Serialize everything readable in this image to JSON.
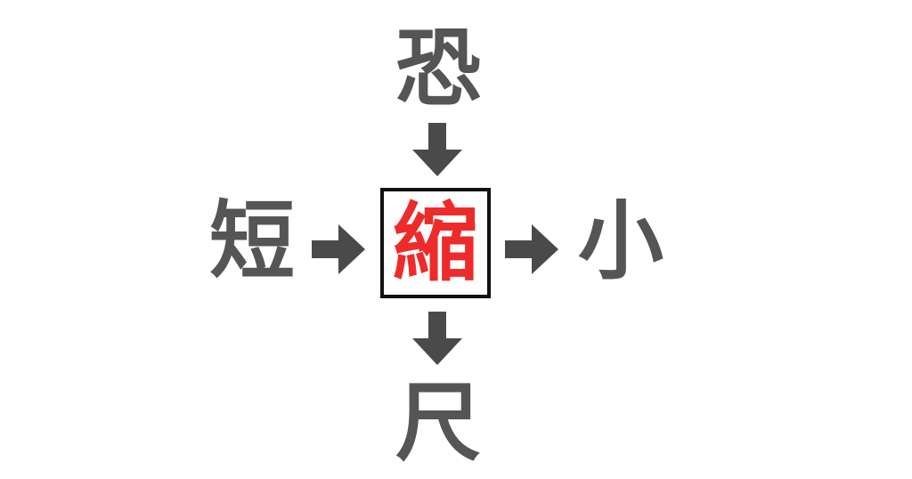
{
  "puzzle": {
    "top_kanji": "恐",
    "left_kanji": "短",
    "right_kanji": "小",
    "bottom_kanji": "尺",
    "answer_kanji": "縮"
  },
  "colors": {
    "kanji": "#555555",
    "arrow": "#4a4a4a",
    "answer": "#ee2b2b",
    "box_border": "#111111"
  },
  "icons": {
    "arrow_top": "down-arrow-icon",
    "arrow_left": "right-arrow-icon",
    "arrow_right": "right-arrow-icon",
    "arrow_bottom": "down-arrow-icon"
  }
}
